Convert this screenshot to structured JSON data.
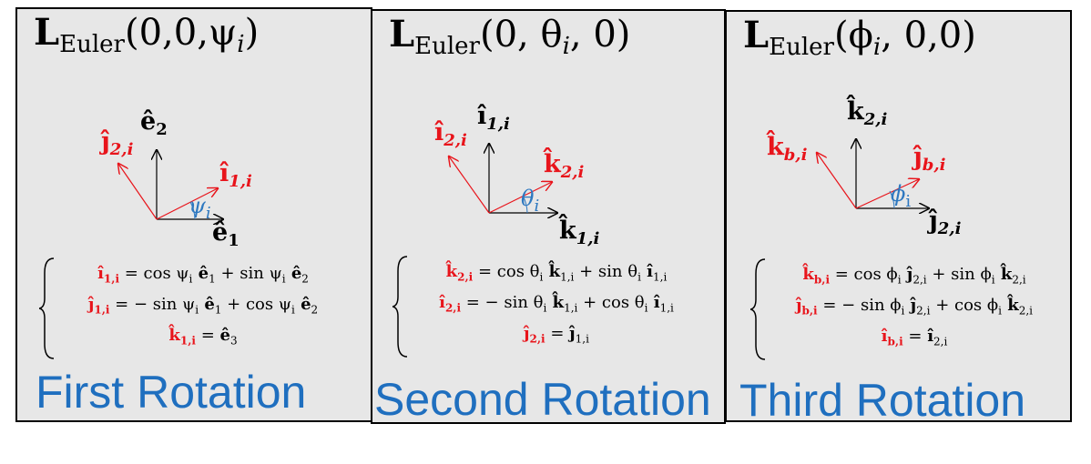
{
  "panels": [
    {
      "title_main": "L",
      "title_sub": "Euler",
      "title_args": "(0,0,ψ",
      "title_args_sub": "i",
      "title_close": ")",
      "vec_up": "ê",
      "vec_up_sub": "2",
      "vec_right": "ê",
      "vec_right_sub": "1",
      "vec_rot_x": "î",
      "vec_rot_x_sub": "1,i",
      "vec_rot_y": "ĵ",
      "vec_rot_y_sub": "2,i",
      "angle": "ψ",
      "angle_sub": "i",
      "eq1_lhs": "î",
      "eq1_lhs_sub": "1,i",
      "eq1_rhs": " = cos ψ",
      "eq1_rhs_b": " ê",
      "eq1_rhs_c": " + sin ψ",
      "eq1_rhs_d": " ê",
      "eq2_lhs": "ĵ",
      "eq2_lhs_sub": "1,i",
      "eq2_rhs": " = − sin ψ",
      "eq2_rhs_b": " ê",
      "eq2_rhs_c": " + cos ψ",
      "eq2_rhs_d": " ê",
      "eq3_lhs": "k̂",
      "eq3_lhs_sub": "1,i",
      "eq3_rhs": " = ",
      "eq3_rhs_b": "ê",
      "caption": "First Rotation"
    },
    {
      "title_main": "L",
      "title_sub": "Euler",
      "title_args": "(0, θ",
      "title_args_sub": "i",
      "title_close": ", 0)",
      "vec_up": "î",
      "vec_up_sub": "1,i",
      "vec_right": "k̂",
      "vec_right_sub": "1,i",
      "vec_rot_x": "k̂",
      "vec_rot_x_sub": "2,i",
      "vec_rot_y": "î",
      "vec_rot_y_sub": "2,i",
      "angle": "θ",
      "angle_sub": "i",
      "eq1_lhs": "k̂",
      "eq1_lhs_sub": "2,i",
      "eq1_rhs": " = cos θ",
      "eq1_rhs_b": " k̂",
      "eq1_rhs_c": " + sin θ",
      "eq1_rhs_d": " î",
      "eq2_lhs": "î",
      "eq2_lhs_sub": "2,i",
      "eq2_rhs": " = − sin θ",
      "eq2_rhs_b": " k̂",
      "eq2_rhs_c": " + cos θ",
      "eq2_rhs_d": " î",
      "eq3_lhs": "ĵ",
      "eq3_lhs_sub": "2,i",
      "eq3_rhs": " = ",
      "eq3_rhs_b": "ĵ",
      "caption": "Second Rotation"
    },
    {
      "title_main": "L",
      "title_sub": "Euler",
      "title_args": "(ϕ",
      "title_args_sub": "i",
      "title_close": ", 0,0)",
      "vec_up": "k̂",
      "vec_up_sub": "2,i",
      "vec_right": "ĵ",
      "vec_right_sub": "2,i",
      "vec_rot_x": "ĵ",
      "vec_rot_x_sub": "b,i",
      "vec_rot_y": "k̂",
      "vec_rot_y_sub": "b,i",
      "angle": "ϕ",
      "angle_sub": "i",
      "eq1_lhs": "k̂",
      "eq1_lhs_sub": "b,i",
      "eq1_rhs": " = cos ϕ",
      "eq1_rhs_b": " ĵ",
      "eq1_rhs_c": " + sin ϕ",
      "eq1_rhs_d": " k̂",
      "eq2_lhs": "ĵ",
      "eq2_lhs_sub": "b,i",
      "eq2_rhs": " = − sin ϕ",
      "eq2_rhs_b": " ĵ",
      "eq2_rhs_c": " + cos ϕ",
      "eq2_rhs_d": " k̂",
      "eq3_lhs": "î",
      "eq3_lhs_sub": "b,i",
      "eq3_rhs": " = ",
      "eq3_rhs_b": "î",
      "caption": "Third Rotation"
    }
  ],
  "eq_subs": {
    "p1": [
      "i",
      "1",
      "i",
      "2",
      "i",
      "1",
      "i",
      "2",
      "3"
    ],
    "p2": [
      "i",
      "1,i",
      "i",
      "1,i",
      "i",
      "1,i",
      "i",
      "1,i",
      "1,i"
    ],
    "p3": [
      "i",
      "2,i",
      "i",
      "2,i",
      "i",
      "2,i",
      "i",
      "2,i",
      "2,i"
    ]
  },
  "colors": {
    "red": "#e8141b",
    "blue": "#2e78c0",
    "caption": "#1f6fbf",
    "panel": "#e7e7e7"
  }
}
